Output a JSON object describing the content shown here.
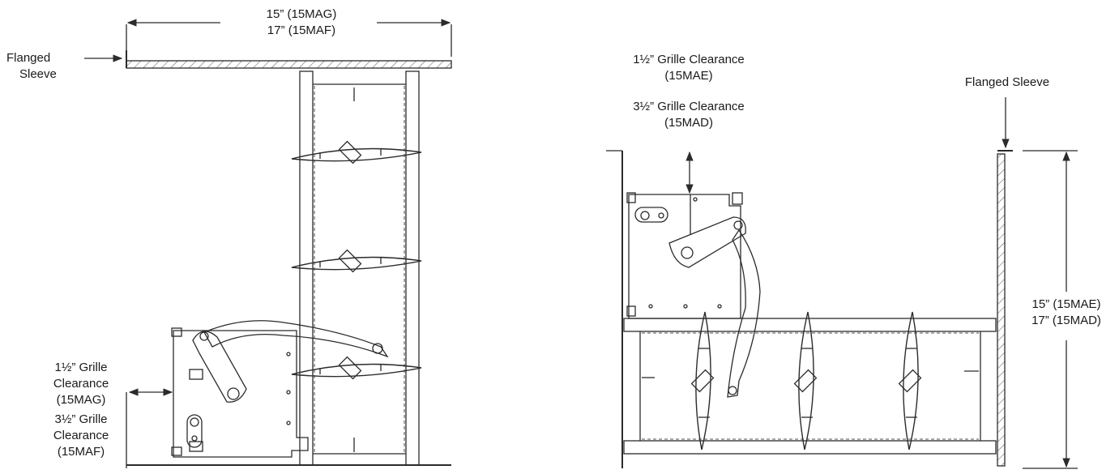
{
  "left_view": {
    "width_dim": [
      "15” (15MAG)",
      "17” (15MAF)"
    ],
    "sleeve_label": [
      "Flanged",
      "Sleeve"
    ],
    "clearance_a": [
      "1½” Grille",
      "Clearance",
      "(15MAG)"
    ],
    "clearance_b": [
      "3½” Grille",
      "Clearance",
      "(15MAF)"
    ]
  },
  "right_view": {
    "clearance_a": [
      "1½” Grille Clearance",
      "(15MAE)"
    ],
    "clearance_b": [
      "3½” Grille Clearance",
      "(15MAD)"
    ],
    "sleeve_label": "Flanged Sleeve",
    "height_dim": [
      "15” (15MAE)",
      "17” (15MAD)"
    ]
  },
  "colors": {
    "line": "#2b2b2b",
    "blade": "#3a3a3a",
    "dashed": "#777777"
  }
}
